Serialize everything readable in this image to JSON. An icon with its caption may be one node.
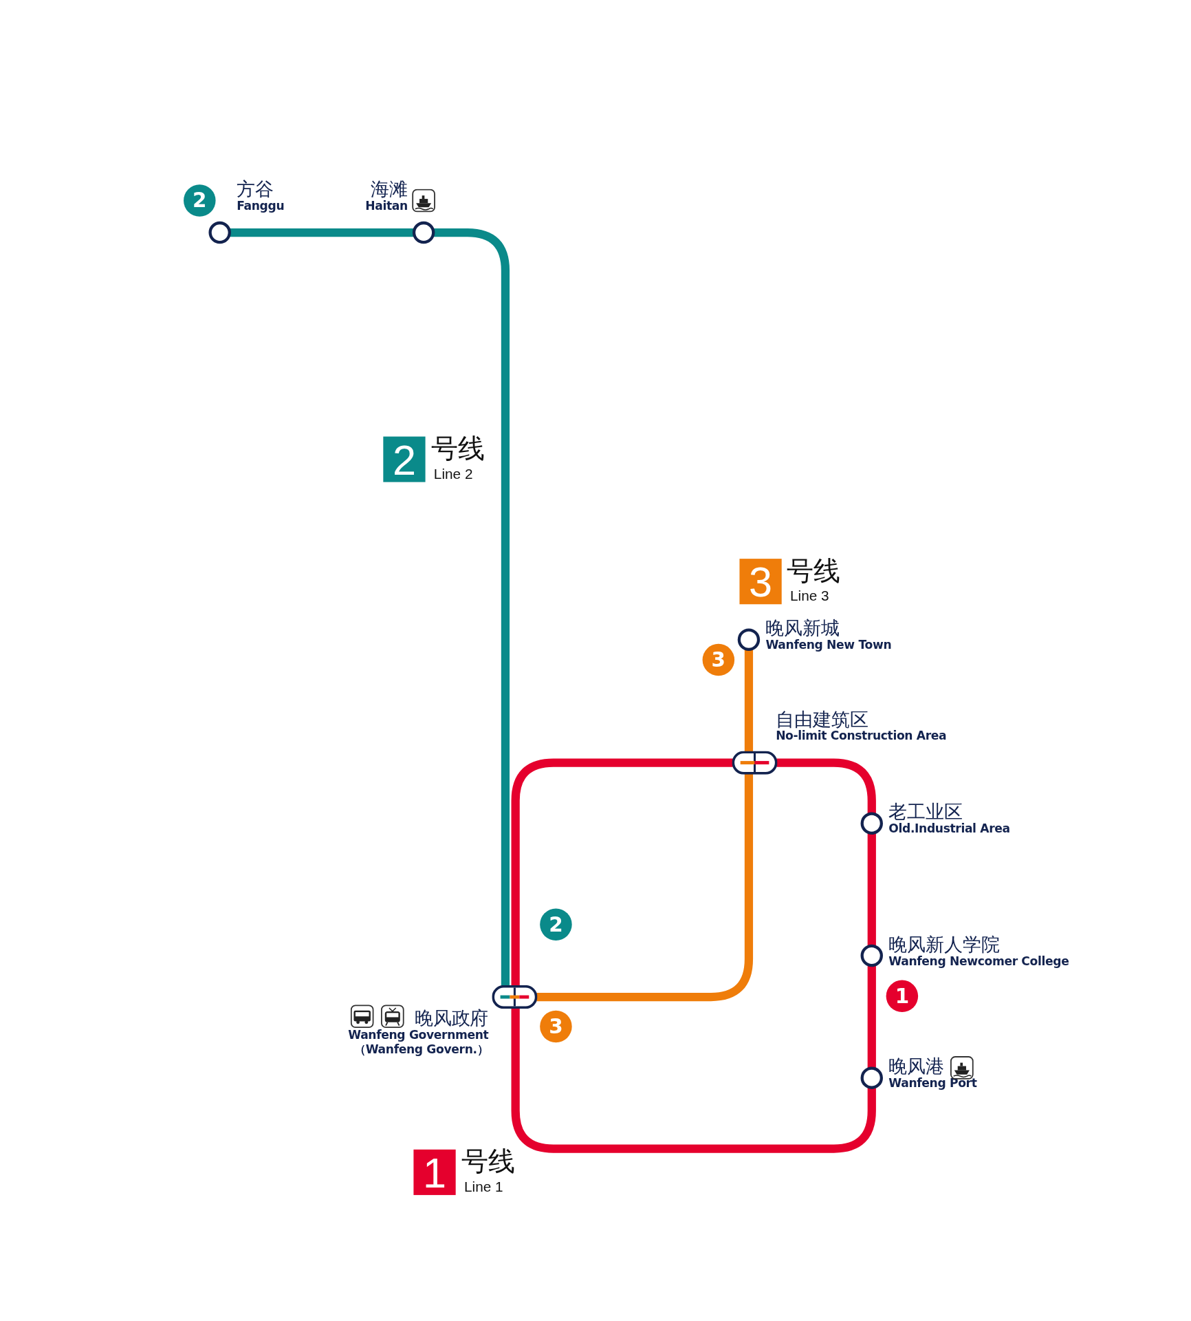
{
  "diagram": {
    "nodes": [
      {
        "text": [
          "方谷",
          "Fanggu"
        ]
      },
      {
        "text": [
          "海滩",
          "Haitan"
        ]
      },
      {
        "text": [
          "晚风政府",
          "Wanfeng Government",
          "（Wanfeng Govern.）"
        ]
      },
      {
        "text": [
          "晚风新城",
          "Wanfeng New Town"
        ]
      },
      {
        "text": [
          "自由建筑区",
          "No-limit Construction Area"
        ]
      },
      {
        "text": [
          "老工业区",
          "Old.Industrial Area"
        ]
      },
      {
        "text": [
          "晚风新人学院",
          "Wanfeng Newcomer College"
        ]
      },
      {
        "text": [
          "晚风港",
          "Wanfeng Port"
        ]
      }
    ],
    "edges": [
      {
        "from": 0,
        "to": 1,
        "arrow": "none",
        "color": "#0a8a8a"
      },
      {
        "from": 1,
        "to": 2,
        "arrow": "none",
        "color": "#0a8a8a"
      },
      {
        "from": 3,
        "to": 4,
        "arrow": "none",
        "color": "#ef7d0a"
      },
      {
        "from": 4,
        "to": 2,
        "arrow": "none",
        "color": "#ef7d0a"
      },
      {
        "from": 2,
        "to": 4,
        "arrow": "none"
      },
      {
        "from": 4,
        "to": 5,
        "arrow": "none"
      },
      {
        "from": 5,
        "to": 6,
        "arrow": "none"
      },
      {
        "from": 6,
        "to": 7,
        "arrow": "none"
      },
      {
        "from": 7,
        "to": 2,
        "arrow": "none"
      }
    ],
    "labels": [
      "2",
      "2",
      "号线",
      "Line 2",
      "3",
      "号线",
      "Line 3",
      "3",
      "2",
      "1",
      "3",
      "1",
      "号线",
      "Line 1"
    ]
  }
}
